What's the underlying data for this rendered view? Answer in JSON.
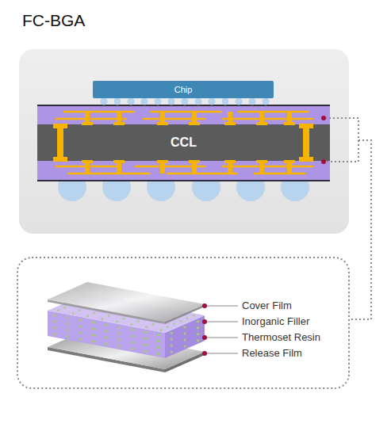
{
  "diagram": {
    "title": "FC-BGA",
    "nodes": [
      {
        "text": [
          "Chip"
        ]
      },
      {
        "text": [
          "CCL"
        ]
      }
    ],
    "labels": [
      "Cover Film",
      "Inorganic Filler",
      "Thermoset Resin",
      "Release Film"
    ]
  }
}
